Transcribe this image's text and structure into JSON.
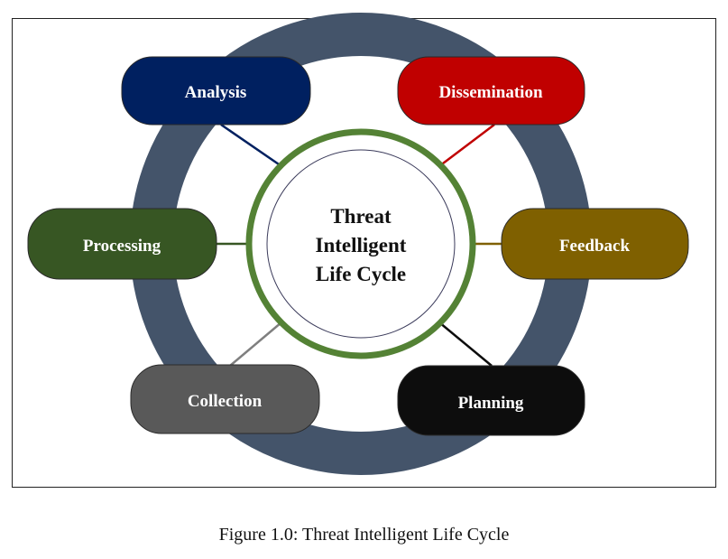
{
  "diagram": {
    "center_lines": [
      "Threat",
      "Intelligent",
      "Life Cycle"
    ],
    "ring_color": "#44546a",
    "center_border_color": "#548235",
    "nodes": [
      {
        "id": "analysis",
        "label": "Analysis",
        "color": "#002060"
      },
      {
        "id": "dissemination",
        "label": "Dissemination",
        "color": "#c00000"
      },
      {
        "id": "processing",
        "label": "Processing",
        "color": "#375623"
      },
      {
        "id": "feedback",
        "label": "Feedback",
        "color": "#7f6000"
      },
      {
        "id": "collection",
        "label": "Collection",
        "color": "#595959"
      },
      {
        "id": "planning",
        "label": "Planning",
        "color": "#0d0d0d"
      }
    ]
  },
  "caption": "Figure 1.0: Threat Intelligent Life Cycle"
}
